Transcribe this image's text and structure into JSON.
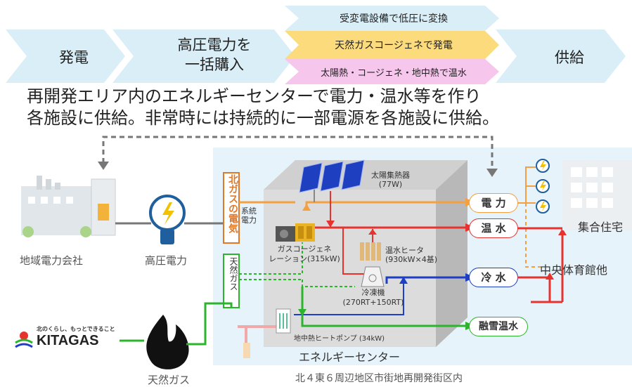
{
  "flow": {
    "step1": "発電",
    "step2_line1": "高圧電力を",
    "step2_line2": "一括購入",
    "middle": [
      "受変電設備で低圧に変換",
      "天然ガスコージェネで発電",
      "太陽熱・コージェネ・地中熱で温水"
    ],
    "step4": "供給"
  },
  "description": {
    "line1": "再開発エリア内のエネルギーセンターで電力・温水等を作り",
    "line2": "各施設に供給。非常時には持続的に一部電源を各施設に供給。"
  },
  "left": {
    "power_company": "地域電力会社",
    "high_voltage": "高圧電力",
    "logo_tagline": "北のくらし、もっとできること",
    "logo_text": "KITAGAS",
    "gas_label": "天然ガス",
    "gas_pipe_label": "天然ガス",
    "north_gas_vertical": "北ガスの電気",
    "grid_power_line1": "系統",
    "grid_power_line2": "電力"
  },
  "center": {
    "solar_name": "太陽集熱器",
    "solar_capacity": "(77W)",
    "cogen_line1": "ガスコージェネ",
    "cogen_line2": "レーション(315kW)",
    "heater_name": "温水ヒータ",
    "heater_capacity": "(930kW×4基)",
    "chiller_name": "冷凍機",
    "chiller_capacity": "(270RT+150RT)",
    "heatpump": "地中熱ヒートポンプ (34kW)",
    "center_name": "エネルギーセンター"
  },
  "outputs": {
    "electricity": "電 力",
    "hot_water": "温 水",
    "cold_water": "冷 水",
    "snow_melt": "融雪温水"
  },
  "right": {
    "housing": "集合住宅",
    "gym": "中央体育館他"
  },
  "footer": "北４東６周辺地区市街地再開発街区内",
  "colors": {
    "electric_orange": "#f4a040",
    "hot_red": "#e8322e",
    "cold_blue": "#1f3ec8",
    "green": "#2cb52c",
    "chevron": "#d9eef7"
  }
}
